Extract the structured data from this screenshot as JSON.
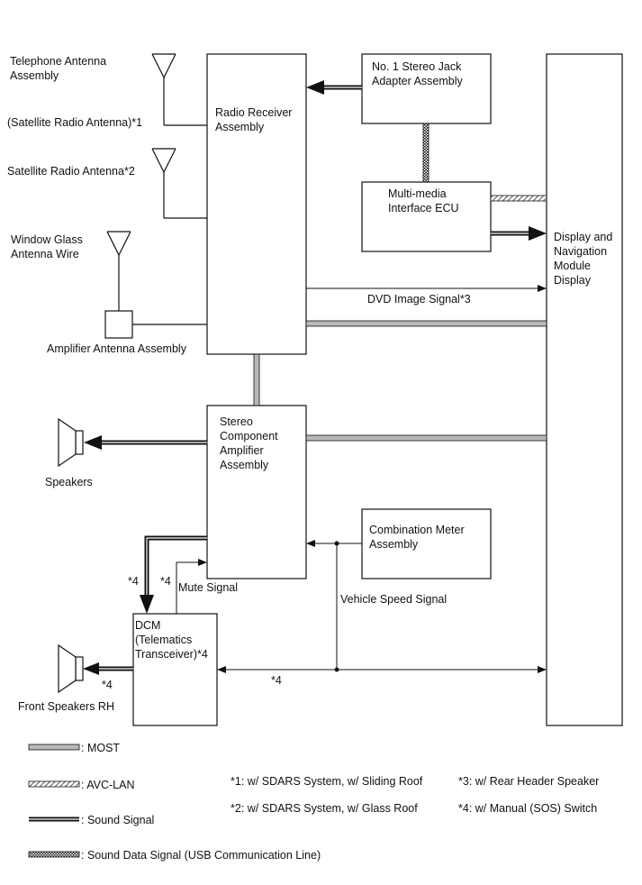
{
  "blocks": {
    "radio_receiver": "Radio Receiver\nAssembly",
    "stereo_jack": "No. 1 Stereo Jack\nAdapter Assembly",
    "multimedia_ecu": "Multi-media\nInterface ECU",
    "display_nav": "Display and\nNavigation\nModule\nDisplay",
    "stereo_amp": "Stereo\nComponent\nAmplifier\nAssembly",
    "combination_meter": "Combination Meter\nAssembly",
    "dcm": "DCM\n(Telematics\nTransceiver)*4"
  },
  "components": {
    "telephone_antenna": "Telephone Antenna\nAssembly",
    "sat_antenna_1": "(Satellite Radio Antenna)*1",
    "sat_antenna_2": "Satellite Radio Antenna*2",
    "window_glass_antenna": "Window Glass\nAntenna Wire",
    "amplifier_antenna": "Amplifier Antenna Assembly",
    "speakers": "Speakers",
    "front_speakers_rh": "Front Speakers RH"
  },
  "signals": {
    "dvd_image": "DVD Image Signal*3",
    "mute": "Mute Signal",
    "vehicle_speed": "Vehicle Speed Signal",
    "note4_a": "*4",
    "note4_b": "*4",
    "note4_c": "*4",
    "note4_d": "*4"
  },
  "legend": {
    "most": ": MOST",
    "avc_lan": ": AVC-LAN",
    "sound_signal": ": Sound Signal",
    "sound_data": ": Sound Data Signal (USB Communication Line)"
  },
  "notes": {
    "n1": "*1: w/ SDARS System, w/ Sliding Roof",
    "n2": "*2: w/ SDARS System, w/ Glass Roof",
    "n3": "*3: w/ Rear Header Speaker",
    "n4": "*4: w/ Manual (SOS) Switch"
  },
  "colors": {
    "most": "#b8b8b8",
    "line": "#111111"
  }
}
